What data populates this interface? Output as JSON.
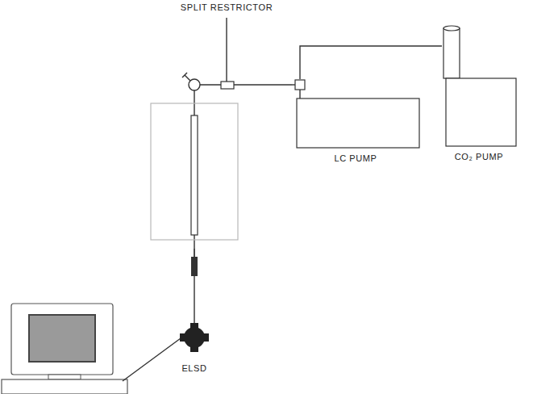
{
  "diagram": {
    "nodes": [
      {
        "text": [
          "SPLIT RESTRICTOR"
        ]
      },
      {
        "text": [
          "LC PUMP"
        ]
      },
      {
        "text": [
          "CO₂ PUMP"
        ]
      },
      {
        "text": [
          "ELSD"
        ]
      }
    ],
    "edges": [
      {
        "from": 2,
        "to": 1,
        "arrow": "none"
      },
      {
        "from": 1,
        "to": 0,
        "arrow": "none"
      },
      {
        "from": 0,
        "to": 3,
        "arrow": "none"
      }
    ]
  }
}
